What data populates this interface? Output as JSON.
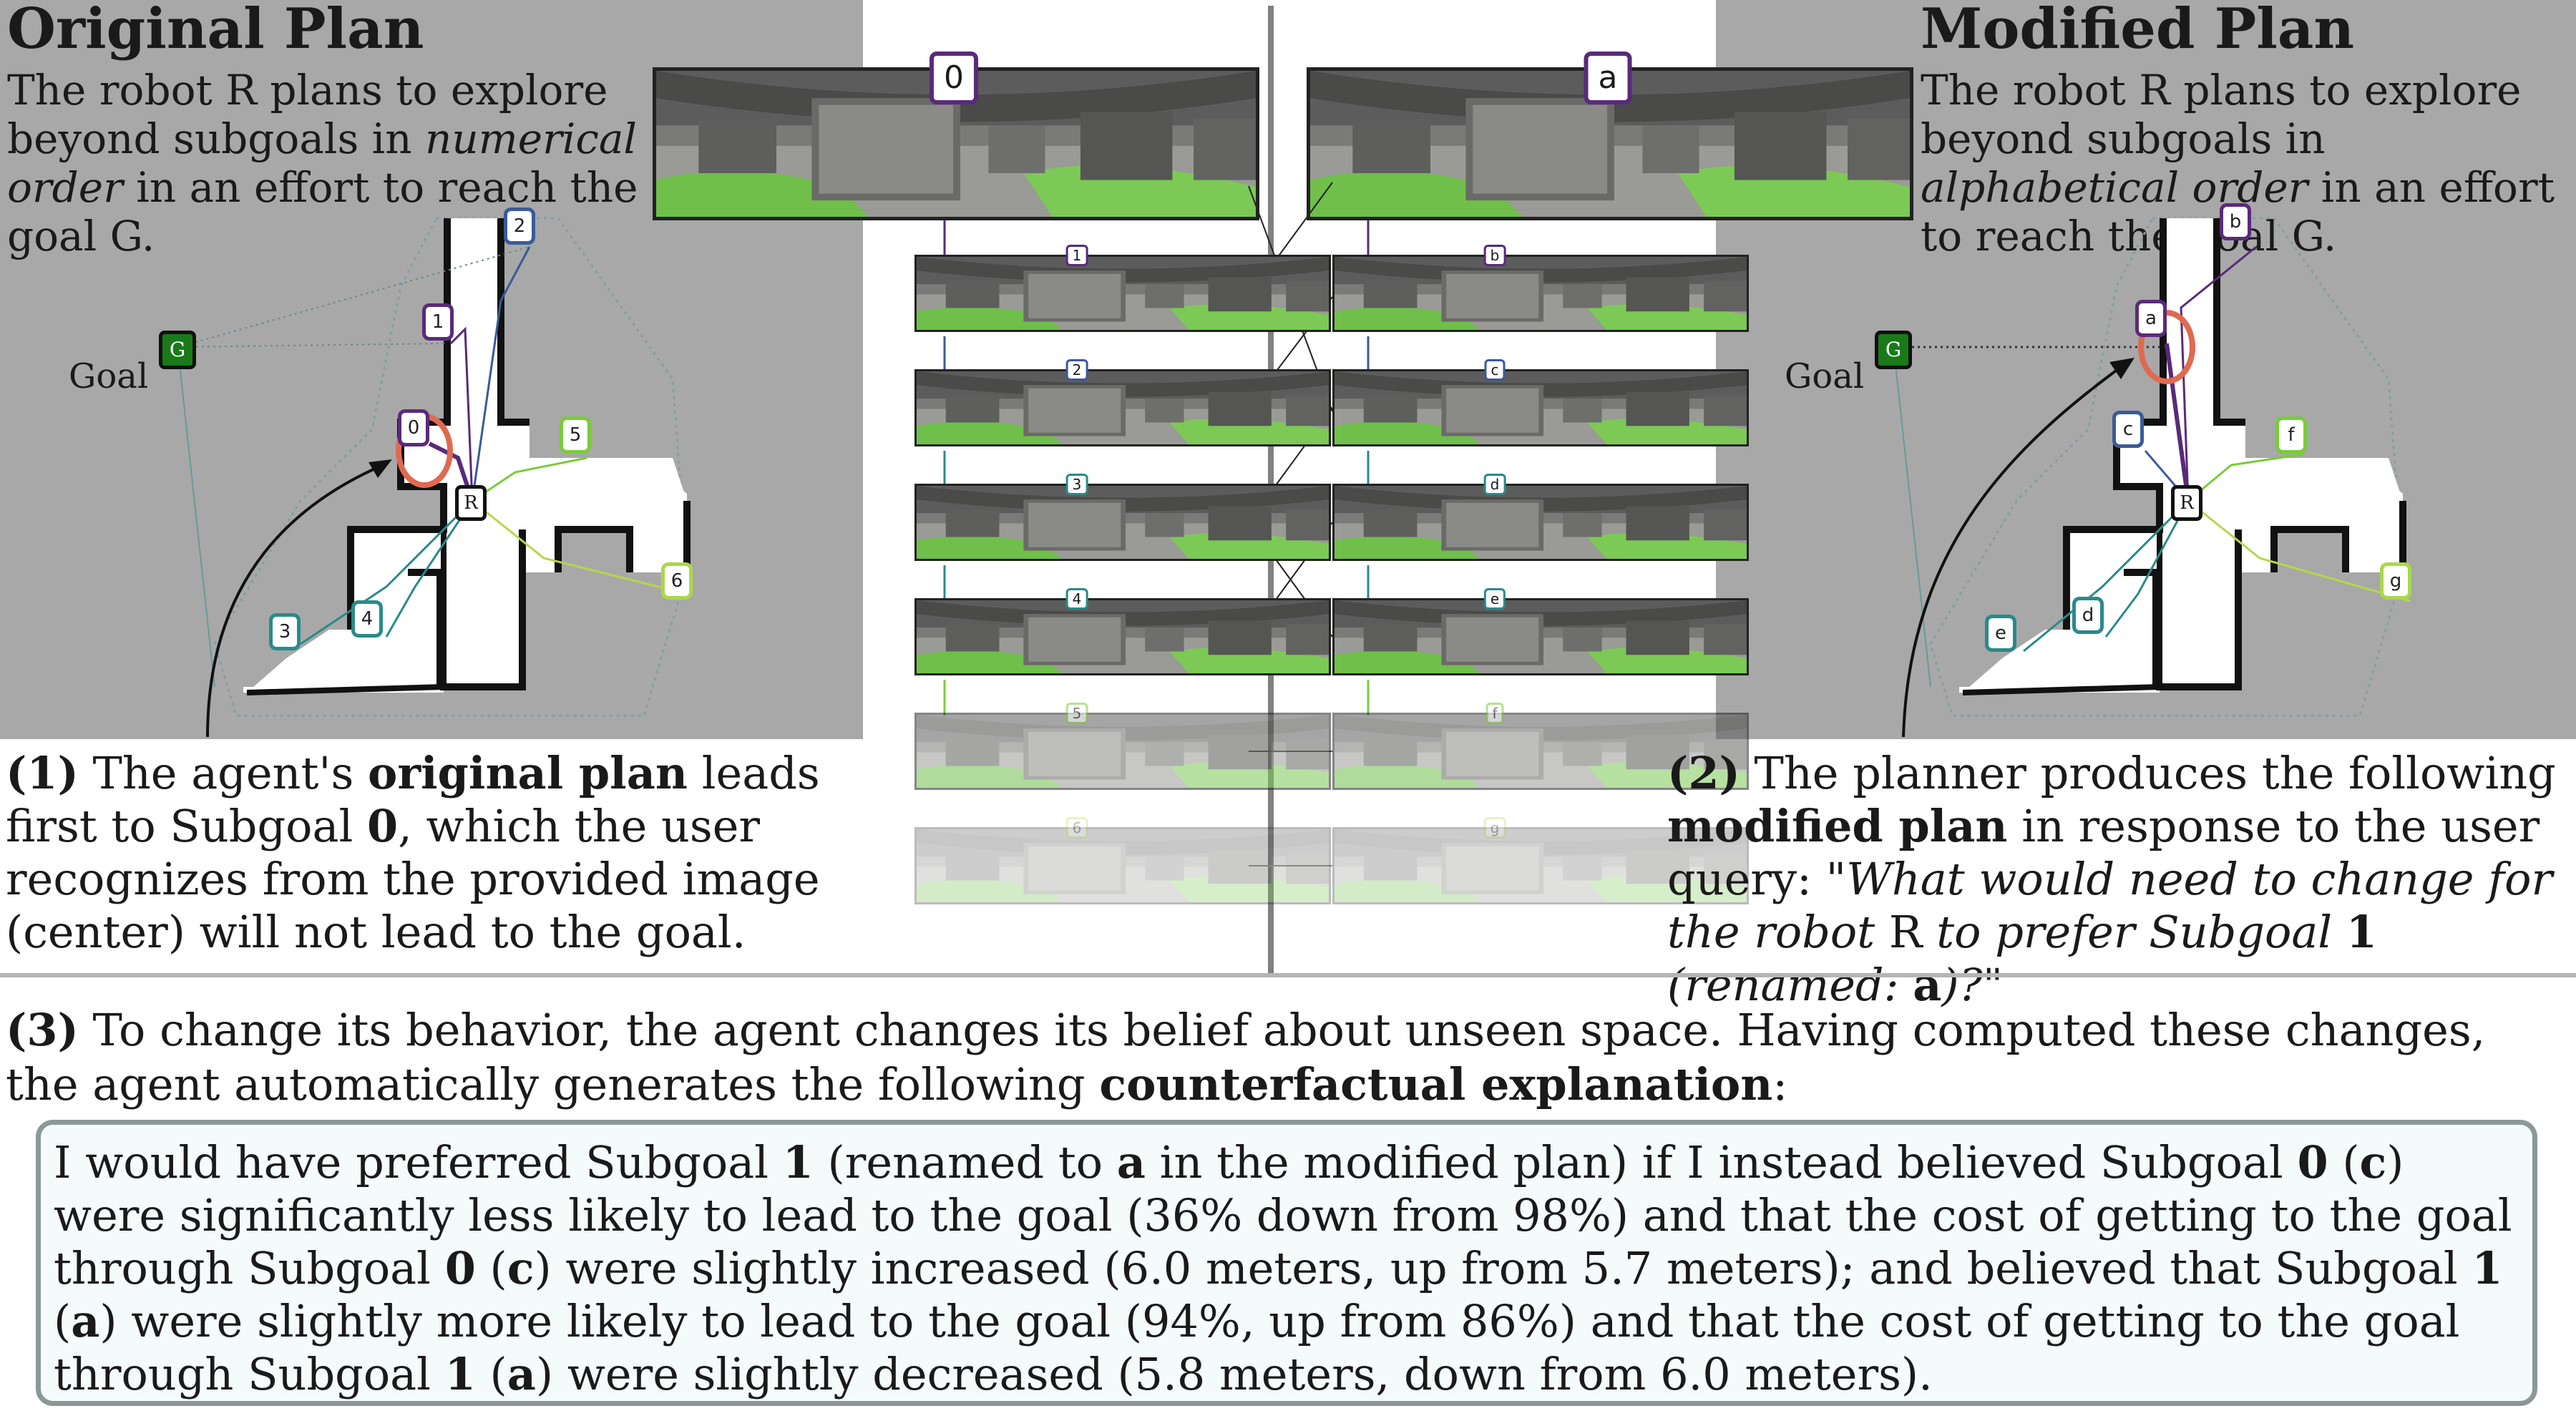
{
  "left": {
    "title": "Original Plan",
    "desc_a": "The robot R plans to explore beyond subgoals in ",
    "desc_em": "numerical order",
    "desc_b": " in an effort to reach the goal G.",
    "goal_label": "Goal",
    "subgoals": [
      "0",
      "1",
      "2",
      "3",
      "4",
      "5",
      "6"
    ],
    "robot": "R",
    "goal": "G"
  },
  "right": {
    "title": "Modified Plan",
    "desc_a": "The robot R plans to explore beyond subgoals in ",
    "desc_em": "alphabetical order",
    "desc_b": " in an effort to reach the goal G.",
    "goal_label": "Goal",
    "subgoals": [
      "a",
      "b",
      "c",
      "d",
      "e",
      "f",
      "g"
    ],
    "robot": "R",
    "goal": "G"
  },
  "caption1": {
    "num": "(1)",
    "t1": " The agent's ",
    "bold": "original plan",
    "t2": " leads first to Subgoal ",
    "sub": "0",
    "t3": ", which the user recognizes from the provided image (center) will not lead to the goal."
  },
  "caption2": {
    "num": "(2)",
    "t1": " The planner produces the following ",
    "bold": "modified plan",
    "t2": " in response to the user query: ",
    "q1": "\"What would need to change for the robot ",
    "qR": "R",
    "q2": " to prefer Subgoal ",
    "qsub": "1",
    "q3": " (renamed: ",
    "qa": "a",
    "q4": ")?\""
  },
  "step3": {
    "num": "(3)",
    "t1": " To change its behavior, the agent changes its belief about unseen space. Having computed these changes, the agent automatically generates the following ",
    "bold": "counterfactual explanation",
    "t2": ":"
  },
  "explanation": {
    "p1": "I would have preferred Subgoal ",
    "b1": "1",
    "p2": " (renamed to ",
    "b2": "a",
    "p3": " in the modified plan) if I instead believed Subgoal ",
    "b3": "0",
    "p4": " (",
    "b4": "c",
    "p5": ") were significantly less likely to lead to the goal (36% down from 98%) and that the cost of getting to the goal through Subgoal ",
    "b5": "0",
    "p6": " (",
    "b6": "c",
    "p7": ") were slightly increased (6.0 meters, up from 5.7 meters); and believed that Subgoal ",
    "b7": "1",
    "p8": " (",
    "b8": "a",
    "p9": ") were slightly more likely to lead to the goal (94%, up from 86%) and that the cost of getting to the goal through Subgoal ",
    "b9": "1",
    "p10": " (",
    "b10": "a",
    "p11": ") were slightly decreased (5.8 meters, down from 6.0 meters)."
  },
  "images": {
    "left_big": "0",
    "right_big": "a",
    "left_list": [
      "1",
      "2",
      "3",
      "4",
      "5",
      "6"
    ],
    "right_list": [
      "b",
      "c",
      "d",
      "e",
      "f",
      "g"
    ]
  },
  "colors": {
    "panel": "#a8a8a8",
    "highlight": "#e06a50",
    "goal_fill": "#1a7a1a",
    "purple": "#5a2a7a",
    "blue": "#3a5a9a",
    "teal": "#2a8a8a",
    "green": "#7acc3a"
  }
}
